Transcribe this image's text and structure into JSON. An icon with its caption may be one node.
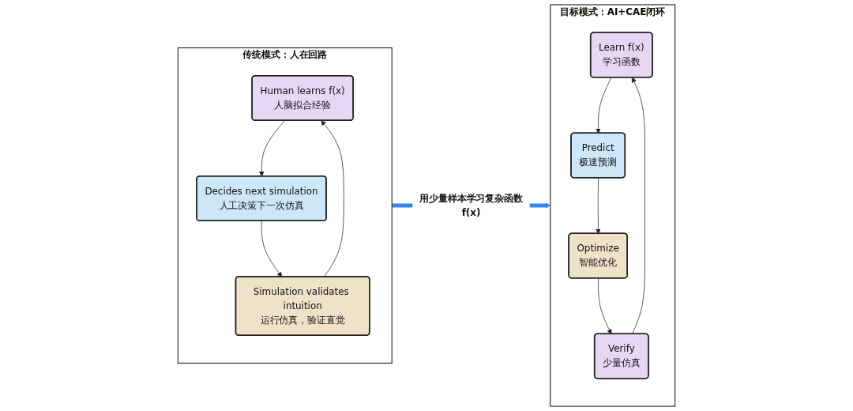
{
  "diagram": {
    "nodes": [
      {
        "text": [
          "传统模式：人在回路"
        ]
      },
      {
        "text": [
          "Human learns f(x)",
          "人脑拟合经验"
        ],
        "in": 0
      },
      {
        "text": [
          "Decides next simulation",
          "人工决策下一次仿真"
        ],
        "in": 0
      },
      {
        "text": [
          "Simulation validates intuition",
          "运行仿真，验证直觉"
        ],
        "in": 0
      },
      {
        "text": [
          "目标模式：AI+CAE闭环"
        ]
      },
      {
        "text": [
          "Learn f(x)",
          "学习函数"
        ],
        "in": 4
      },
      {
        "text": [
          "Predict",
          "极速预测"
        ],
        "in": 4
      },
      {
        "text": [
          "Optimize",
          "智能优化"
        ],
        "in": 4
      },
      {
        "text": [
          "Verify",
          "少量仿真"
        ],
        "in": 4
      }
    ],
    "edges": [
      {
        "from": 1,
        "to": 2,
        "arrow": "to"
      },
      {
        "from": 2,
        "to": 3,
        "arrow": "to"
      },
      {
        "from": 3,
        "to": 1,
        "arrow": "to"
      },
      {
        "from": 0,
        "to": 4,
        "arrow": "to",
        "label": "用少量样本学习复杂函数f(x)",
        "style": "thick",
        "color": "#3385f0"
      },
      {
        "from": 5,
        "to": 6,
        "arrow": "to"
      },
      {
        "from": 6,
        "to": 7,
        "arrow": "to"
      },
      {
        "from": 7,
        "to": 8,
        "arrow": "to"
      },
      {
        "from": 8,
        "to": 5,
        "arrow": "to"
      }
    ]
  }
}
